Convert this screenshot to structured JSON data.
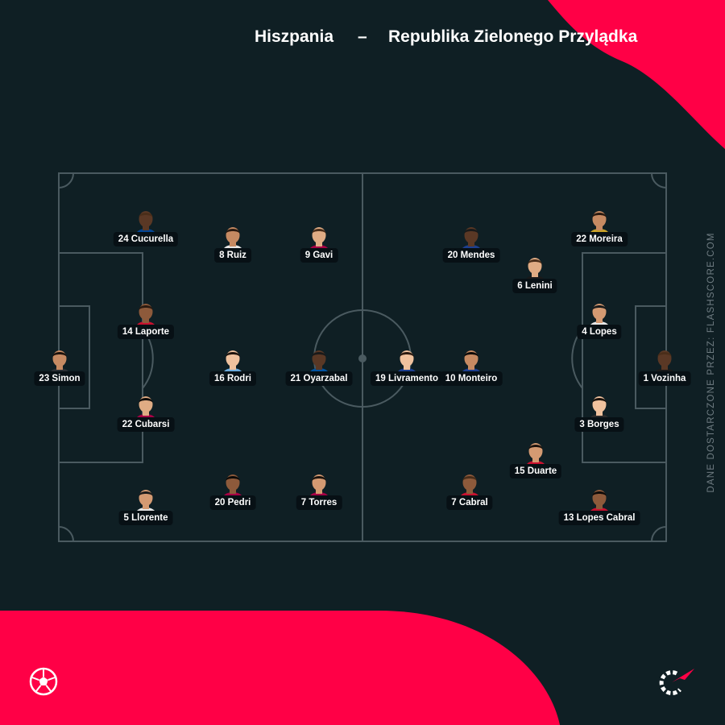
{
  "match": {
    "home_team": "Hiszpania",
    "separator": "–",
    "away_team": "Republika Zielonego Przylądka"
  },
  "players": {
    "home": [
      {
        "label": "23 Simon",
        "shirt": "#2b2f34"
      },
      {
        "label": "14 Laporte",
        "shirt": "#c8102e"
      },
      {
        "label": "22 Cubarsi",
        "shirt": "#a50044"
      },
      {
        "label": "24 Cucurella",
        "shirt": "#034694"
      },
      {
        "label": "5 Llorente",
        "shirt": "#e5e5e5"
      },
      {
        "label": "16 Rodri",
        "shirt": "#6cabdd"
      },
      {
        "label": "8 Ruiz",
        "shirt": "#e8e8e8"
      },
      {
        "label": "20 Pedri",
        "shirt": "#a50044"
      },
      {
        "label": "9 Gavi",
        "shirt": "#a50044"
      },
      {
        "label": "21 Oyarzabal",
        "shirt": "#0053a0"
      },
      {
        "label": "7 Torres",
        "shirt": "#a50044"
      }
    ],
    "away": [
      {
        "label": "1 Vozinha",
        "shirt": "#1b1b1b"
      },
      {
        "label": "4 Lopes",
        "shirt": "#e8e8e8"
      },
      {
        "label": "3 Borges",
        "shirt": "#2b2b2b"
      },
      {
        "label": "22 Moreira",
        "shirt": "#c9a227"
      },
      {
        "label": "13 Lopes Cabral",
        "shirt": "#c8102e"
      },
      {
        "label": "6 Lenini",
        "shirt": "#1a1a1a"
      },
      {
        "label": "20 Mendes",
        "shirt": "#1d3f8f"
      },
      {
        "label": "15 Duarte",
        "shirt": "#c8102e"
      },
      {
        "label": "19 Livramento",
        "shirt": "#1d3f8f"
      },
      {
        "label": "10 Monteiro",
        "shirt": "#1d3f8f"
      },
      {
        "label": "7 Cabral",
        "shirt": "#c8102e"
      }
    ]
  },
  "source_text": "DANE DOSTARCZONE PRZEZ: FLASHSCORE.COM",
  "icons": {
    "sport": "football-icon",
    "brand": "flashscore-logo"
  },
  "colors": {
    "background": "#0f1f24",
    "accent": "#ff0046",
    "pitch_lines": "#4a5a60",
    "label_bg": "#071015"
  }
}
